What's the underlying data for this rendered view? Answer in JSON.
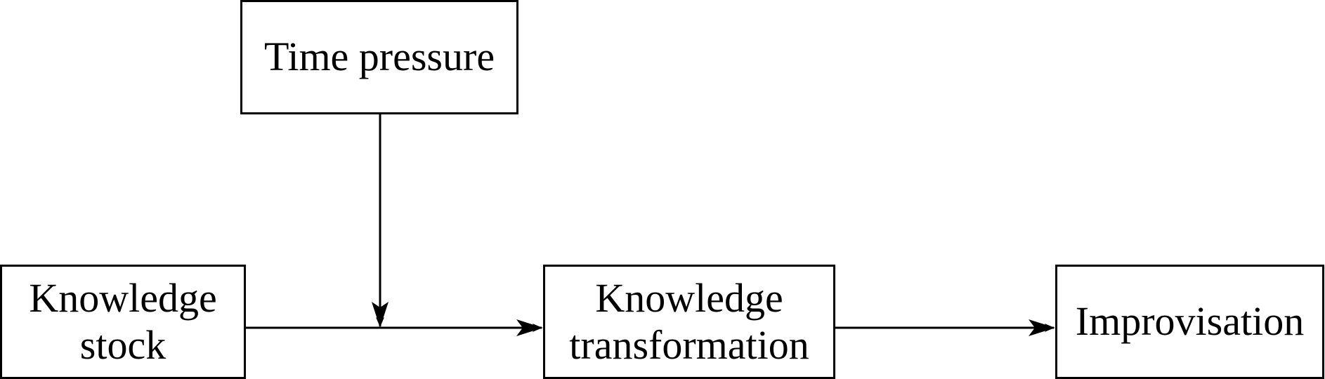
{
  "nodes": {
    "time_pressure": {
      "label": "Time pressure"
    },
    "knowledge_stock": {
      "line1": "Knowledge",
      "line2": "stock"
    },
    "knowledge_transformation": {
      "line1": "Knowledge",
      "line2": "transformation"
    },
    "improvisation": {
      "label": "Improvisation"
    }
  },
  "colors": {
    "stroke": "#000000",
    "background": "#ffffff"
  }
}
